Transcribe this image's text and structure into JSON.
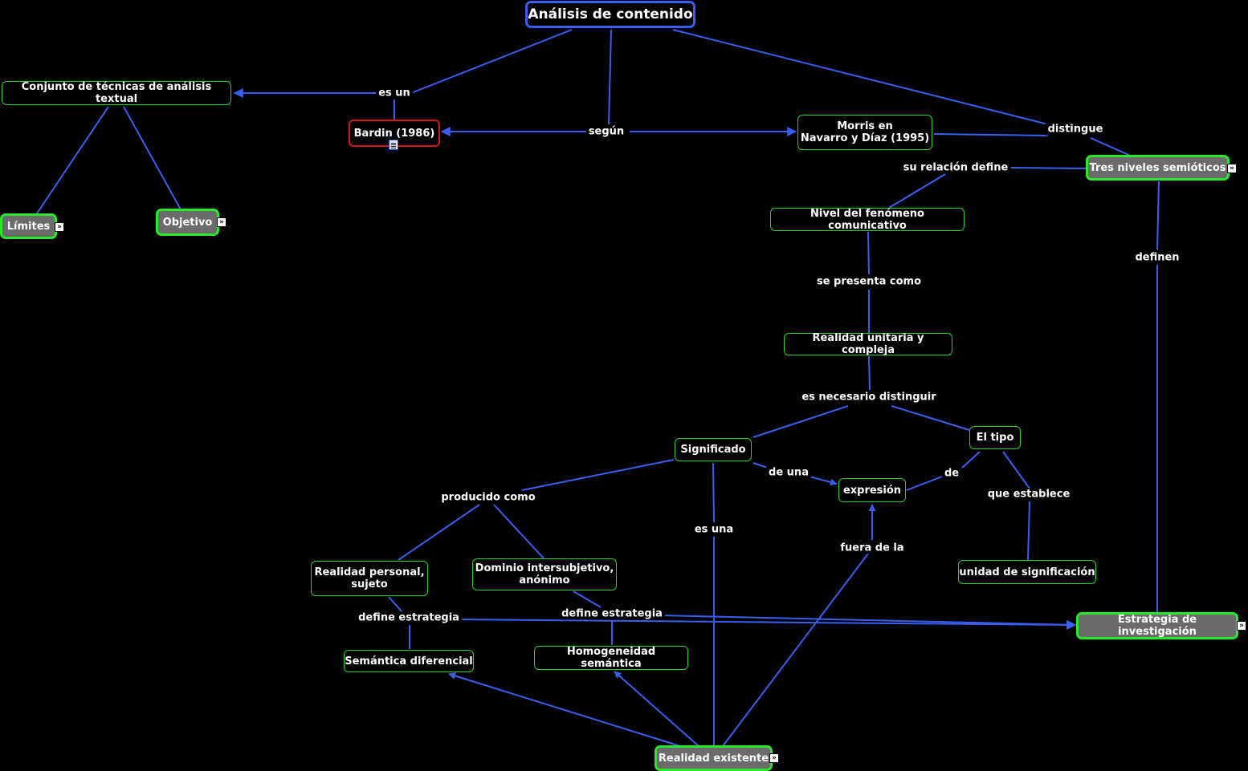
{
  "nodes": {
    "analisis": "Análisis de contenido",
    "conjunto": "Conjunto de técnicas de análisis textual",
    "bardin": "Bardin (1986)",
    "morris": "Morris en\nNavarro y Díaz (1995)",
    "tres_niveles": "Tres niveles semióticos",
    "limites": "Límites",
    "objetivo": "Objetivo",
    "nivel_fenomeno": "Nivel del fenómeno comunicativo",
    "realidad_unitaria": "Realidad unitaria y compleja",
    "significado": "Significado",
    "el_tipo": "El tipo",
    "expresion": "expresión",
    "unidad": "unidad de significación",
    "realidad_personal": "Realidad personal,\nsujeto",
    "dominio": "Dominio intersubjetivo,\nanónimo",
    "semantica_dif": "Semántica diferencial",
    "homogeneidad": "Homogeneidad semántica",
    "estrategia": "Estrategia de investigación",
    "realidad_existente": "Realidad existente"
  },
  "links": {
    "es_un": "es un",
    "segun": "según",
    "distingue": "distingue",
    "su_relacion": "su relación define",
    "definen": "definen",
    "se_presenta": "se presenta como",
    "es_necesario": "es necesario distinguir",
    "de_una": "de una",
    "de": "de",
    "que_establece": "que establece",
    "producido": "producido como",
    "es_una": "es una",
    "fuera": "fuera de la",
    "define_estr_1": "define estrategia",
    "define_estr_2": "define estrategia"
  },
  "expand_glyph": "»",
  "colors": {
    "background": "#000000",
    "edge": "#3a5ff0",
    "node_border": "#26d226",
    "root_border": "#3a5ff0",
    "source_border": "#d41616",
    "collapsed_fill": "#6b6b6b"
  }
}
